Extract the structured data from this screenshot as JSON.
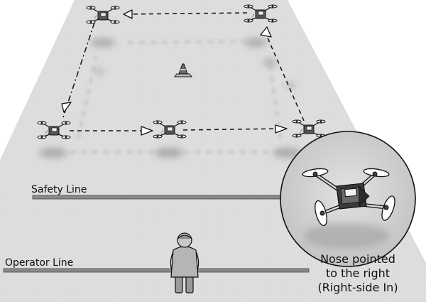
{
  "labels": {
    "safety_line": "Safety Line",
    "operator_line": "Operator Line",
    "callout_line1": "Nose pointed",
    "callout_line2": "to the right",
    "callout_line3": "(Right-side In)"
  },
  "colors": {
    "field": "#dddddd",
    "line": "#8a8a8a",
    "ink": "#111111",
    "callout_bg": "#cfcfcf"
  },
  "icons": [
    "quadcopter-drone-icon",
    "traffic-cone-icon",
    "operator-figure-icon",
    "direction-arrow-icon"
  ]
}
